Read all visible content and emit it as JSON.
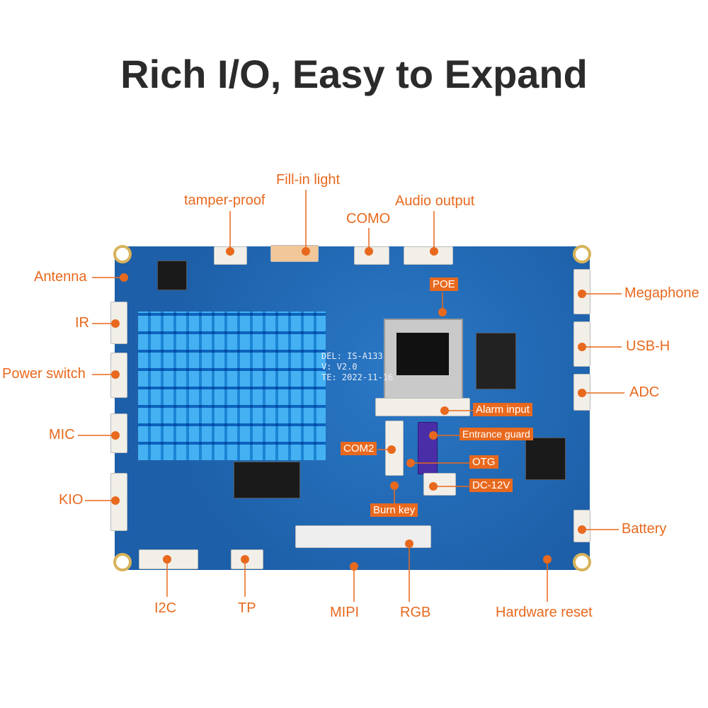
{
  "title": "Rich I/O, Easy to Expand",
  "accent_color": "#e8691e",
  "board_color": "#1f66b3",
  "board_silkscreen": {
    "model": "DEL: IS-A133",
    "version": "V: V2.0",
    "date": "TE: 2022-11-16"
  },
  "labels": {
    "tamper_proof": "tamper-proof",
    "fill_in_light": "Fill-in light",
    "como": "COMO",
    "audio_output": "Audio output",
    "antenna": "Antenna",
    "ir": "IR",
    "power_switch": "Power switch",
    "mic": "MIC",
    "kio": "KIO",
    "megaphone": "Megaphone",
    "usb_h": "USB-H",
    "adc": "ADC",
    "battery": "Battery",
    "i2c": "I2C",
    "tp": "TP",
    "mipi": "MIPI",
    "rgb": "RGB",
    "hardware_reset": "Hardware reset",
    "poe": "POE",
    "alarm_input": "Alarm input",
    "entrance_guard": "Entrance guard",
    "com2": "COM2",
    "otg": "OTG",
    "dc_12v": "DC-12V",
    "burn_key": "Burn key"
  }
}
